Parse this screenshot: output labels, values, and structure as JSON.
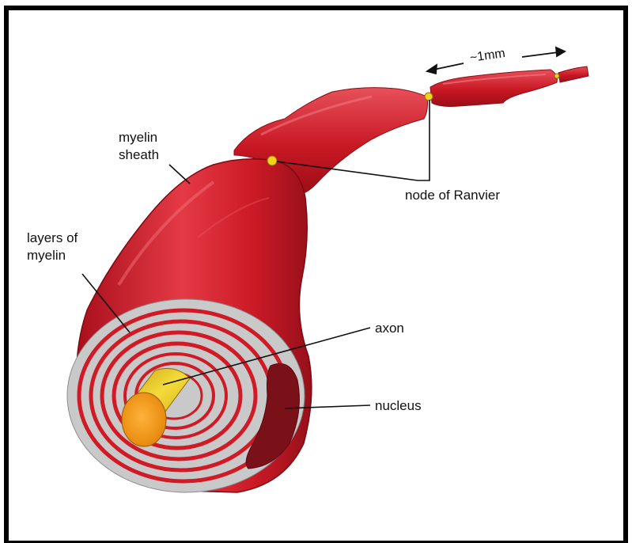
{
  "labels": {
    "scale": "~1mm",
    "myelin_sheath_line1": "myelin",
    "myelin_sheath_line2": "sheath",
    "node_of_ranvier": "node of Ranvier",
    "layers_line1": "layers of",
    "layers_line2": "myelin",
    "axon": "axon",
    "nucleus": "nucleus"
  },
  "colors": {
    "myelin": "#d01a26",
    "myelin_dark": "#9c0e17",
    "myelin_light": "#ee5560",
    "layer_gray": "#cfcfcf",
    "axon_core": "#f29a10",
    "axon_side": "#e8c41a",
    "nucleus": "#7a1018",
    "node": "#f2d21c",
    "frame": "#000000"
  }
}
